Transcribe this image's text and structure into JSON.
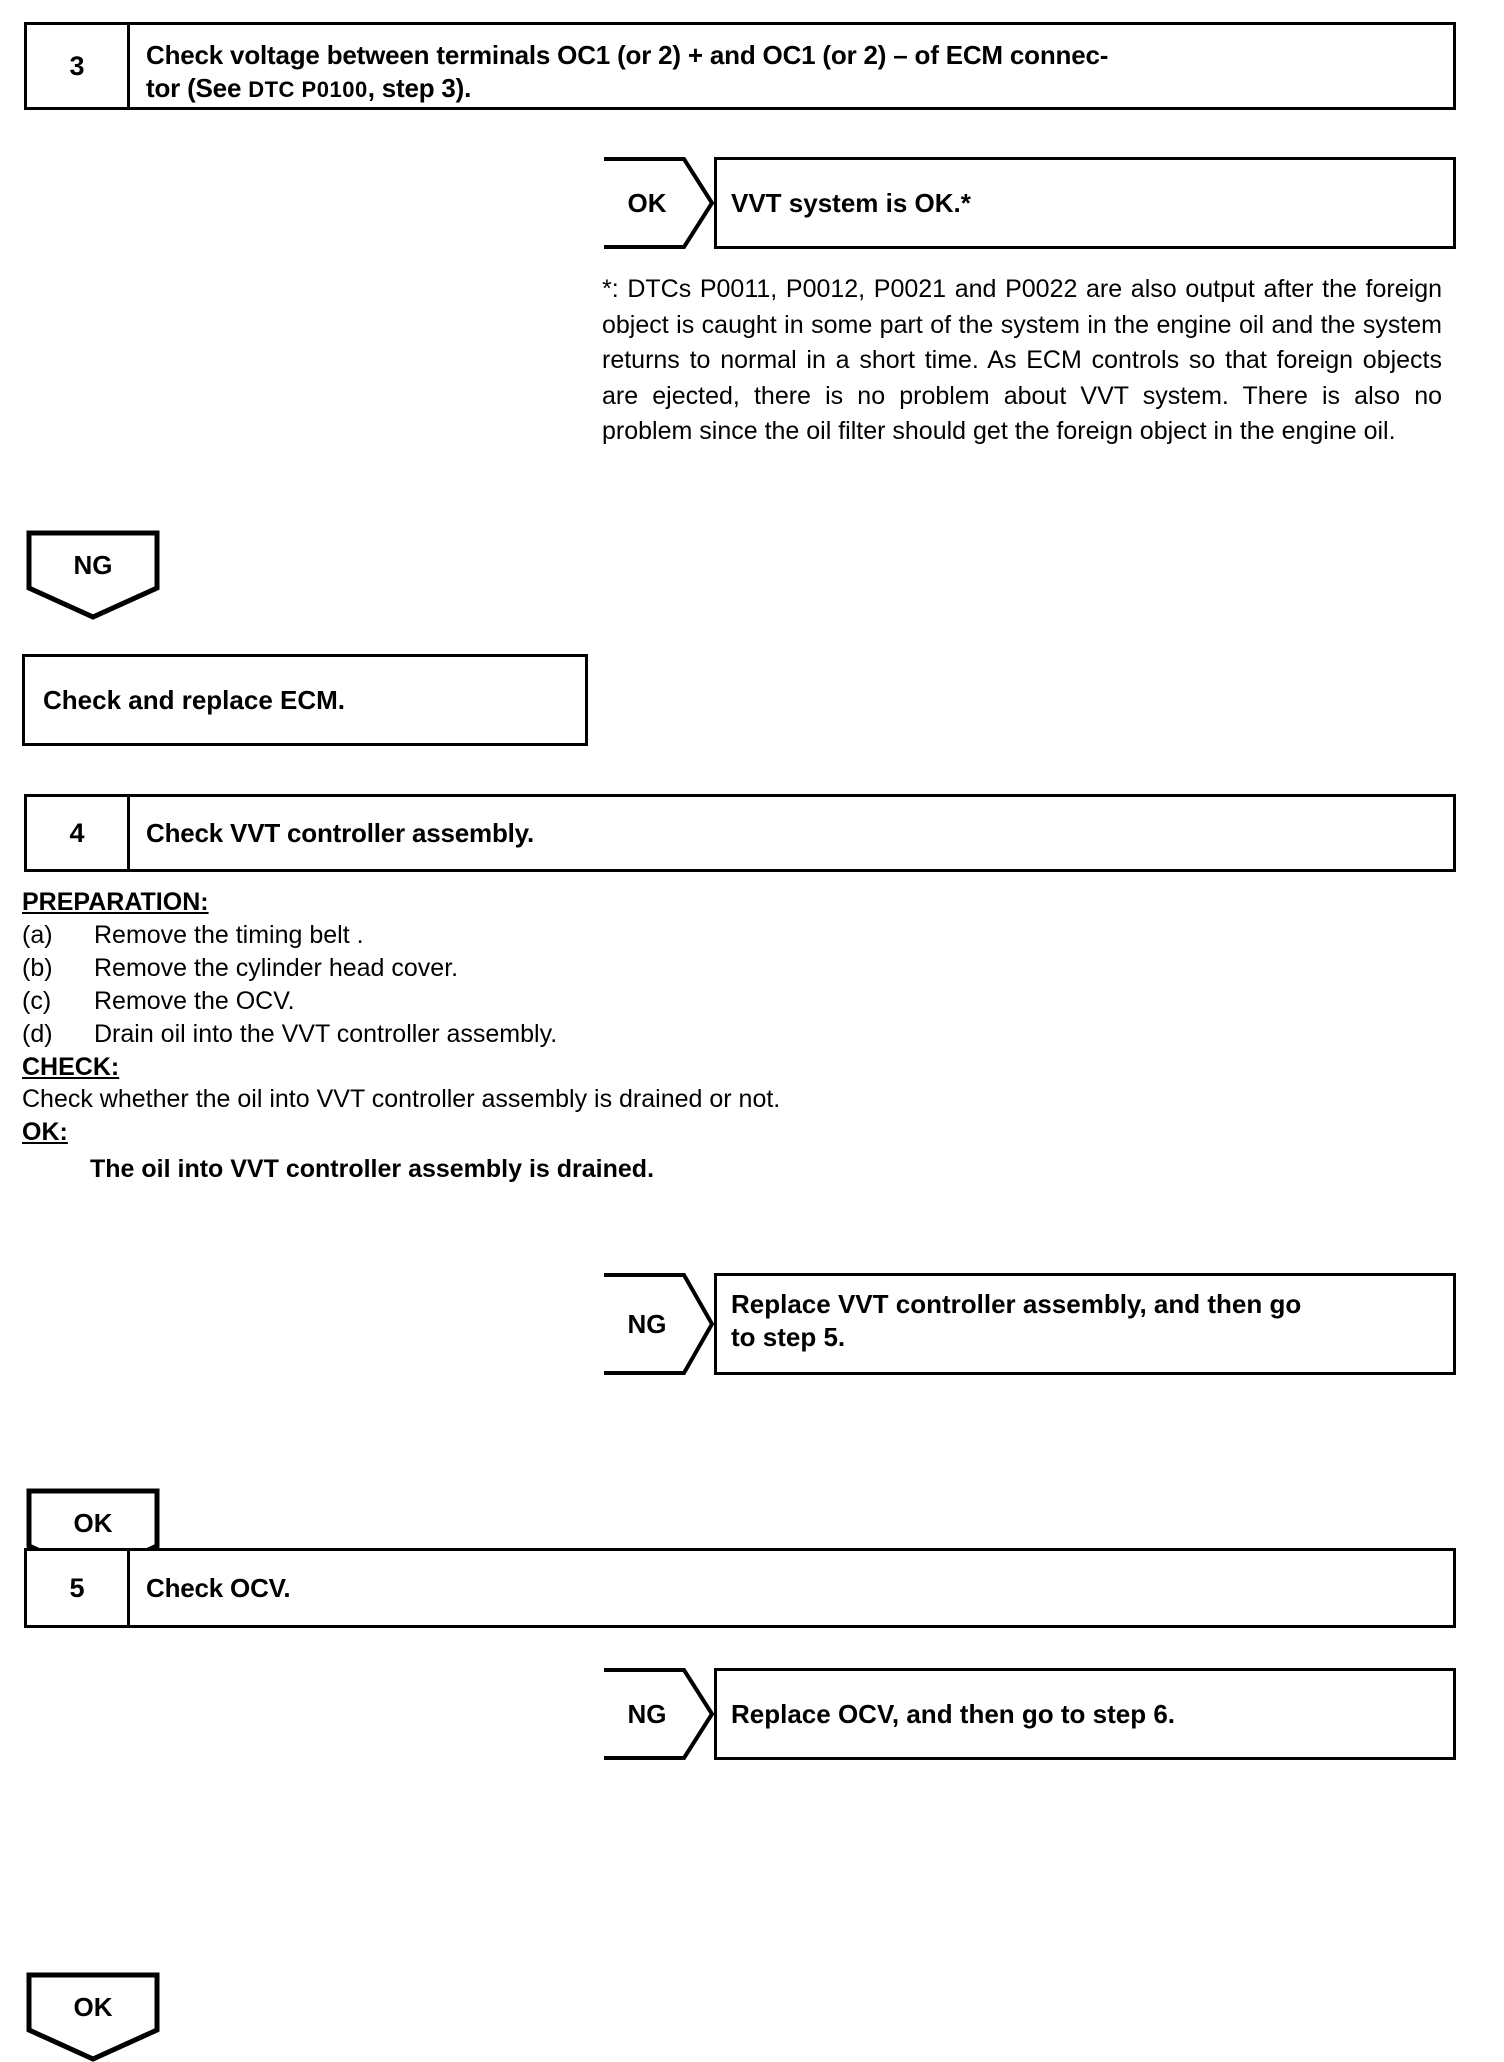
{
  "document": {
    "type": "service-manual-troubleshooting-flowchart",
    "bg_color": "#ffffff",
    "ink_color": "#000000"
  },
  "step3": {
    "number": "3",
    "text_part1": "Check voltage between terminals OC1 (or 2) + and OC1 (or 2) – of ECM connec-",
    "text_part2_pre": "tor (See ",
    "text_dtc": "DTC P0100",
    "text_part2_post": ", step 3)."
  },
  "branch_ok_vvt": {
    "tag": "OK",
    "text": "VVT system is OK.*"
  },
  "footnote": {
    "text": "*: DTCs P0011, P0012, P0021 and P0022 are also output after the foreign object is caught in some part of the system in the engine oil and the system returns to normal in a short time. As ECM controls so that foreign objects are ejected, there is no problem about VVT system. There is also no problem since the oil filter should get the foreign object in the engine oil."
  },
  "chevron_ng_1": {
    "label": "NG"
  },
  "action_ecm": {
    "text": "Check and replace ECM."
  },
  "step4": {
    "number": "4",
    "text": "Check VVT controller assembly."
  },
  "preparation": {
    "heading": "PREPARATION:",
    "items": [
      {
        "label": "(a)",
        "text": "Remove the timing belt ."
      },
      {
        "label": "(b)",
        "text": "Remove the cylinder head cover."
      },
      {
        "label": "(c)",
        "text": "Remove the OCV."
      },
      {
        "label": "(d)",
        "text": "Drain oil into the VVT controller assembly."
      }
    ]
  },
  "check_section": {
    "heading": "CHECK:",
    "text": "Check whether the oil into VVT controller assembly is drained or not."
  },
  "ok_section": {
    "heading": "OK:",
    "text": "The oil into VVT controller assembly is drained."
  },
  "branch_ng_vvt": {
    "tag": "NG",
    "text_line1": "Replace VVT controller assembly, and then go",
    "text_line2": "to step 5."
  },
  "chevron_ok_1": {
    "label": "OK"
  },
  "step5": {
    "number": "5",
    "text": "Check OCV."
  },
  "branch_ng_ocv": {
    "tag": "NG",
    "text": "Replace OCV, and then go to step 6."
  },
  "chevron_ok_2": {
    "label": "OK"
  }
}
